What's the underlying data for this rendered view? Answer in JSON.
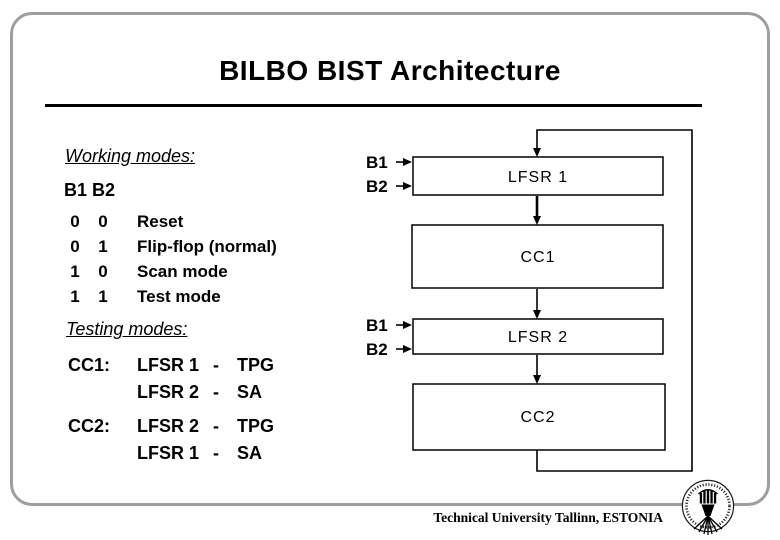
{
  "title": "BILBO BIST Architecture",
  "working_modes": {
    "heading": "Working modes:",
    "columns": "B1 B2",
    "rows": [
      {
        "b1": "0",
        "b2": "0",
        "mode": "Reset"
      },
      {
        "b1": "0",
        "b2": "1",
        "mode": "Flip-flop (normal)"
      },
      {
        "b1": "1",
        "b2": "0",
        "mode": "Scan mode"
      },
      {
        "b1": "1",
        "b2": "1",
        "mode": "Test mode"
      }
    ]
  },
  "testing_modes": {
    "heading": "Testing modes:",
    "lines": [
      {
        "name": "CC1:",
        "lfsr": "LFSR 1",
        "dash": "-",
        "role": "TPG"
      },
      {
        "name": "",
        "lfsr": "LFSR 2",
        "dash": "-",
        "role": "SA"
      },
      {
        "name": "CC2:",
        "lfsr": "LFSR 2",
        "dash": "-",
        "role": "TPG"
      },
      {
        "name": "",
        "lfsr": "LFSR 1",
        "dash": "-",
        "role": "SA"
      }
    ]
  },
  "diagram": {
    "blocks": [
      {
        "label": "LFSR 1"
      },
      {
        "label": "CC1"
      },
      {
        "label": "LFSR 2"
      },
      {
        "label": "CC2"
      }
    ],
    "inputs": {
      "b1": "B1",
      "b2": "B2"
    }
  },
  "footer": {
    "text": "Technical University Tallinn, ESTONIA"
  },
  "colors": {
    "border": "#9e9e9e",
    "ink": "#000000"
  }
}
